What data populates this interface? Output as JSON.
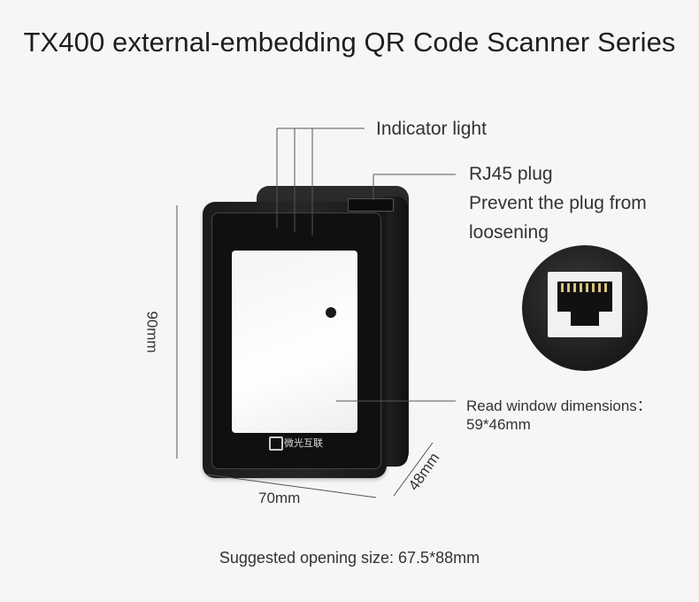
{
  "title": "TX400 external-embedding QR Code Scanner Series",
  "callouts": {
    "indicator_light": "Indicator light",
    "rj45_line1": "RJ45 plug",
    "rj45_line2": "Prevent the plug from",
    "rj45_line3": "loosening",
    "read_window_line1": "Read window dimensions：",
    "read_window_line2": "59*46mm"
  },
  "dimensions": {
    "height": "90mm",
    "width": "70mm",
    "depth": "48mm"
  },
  "device": {
    "logo_text": "微光互联"
  },
  "footer": "Suggested opening size: 67.5*88mm",
  "icons": {
    "qr_logo": "qr-logo-icon",
    "rj45_jack": "rj45-jack-icon"
  }
}
